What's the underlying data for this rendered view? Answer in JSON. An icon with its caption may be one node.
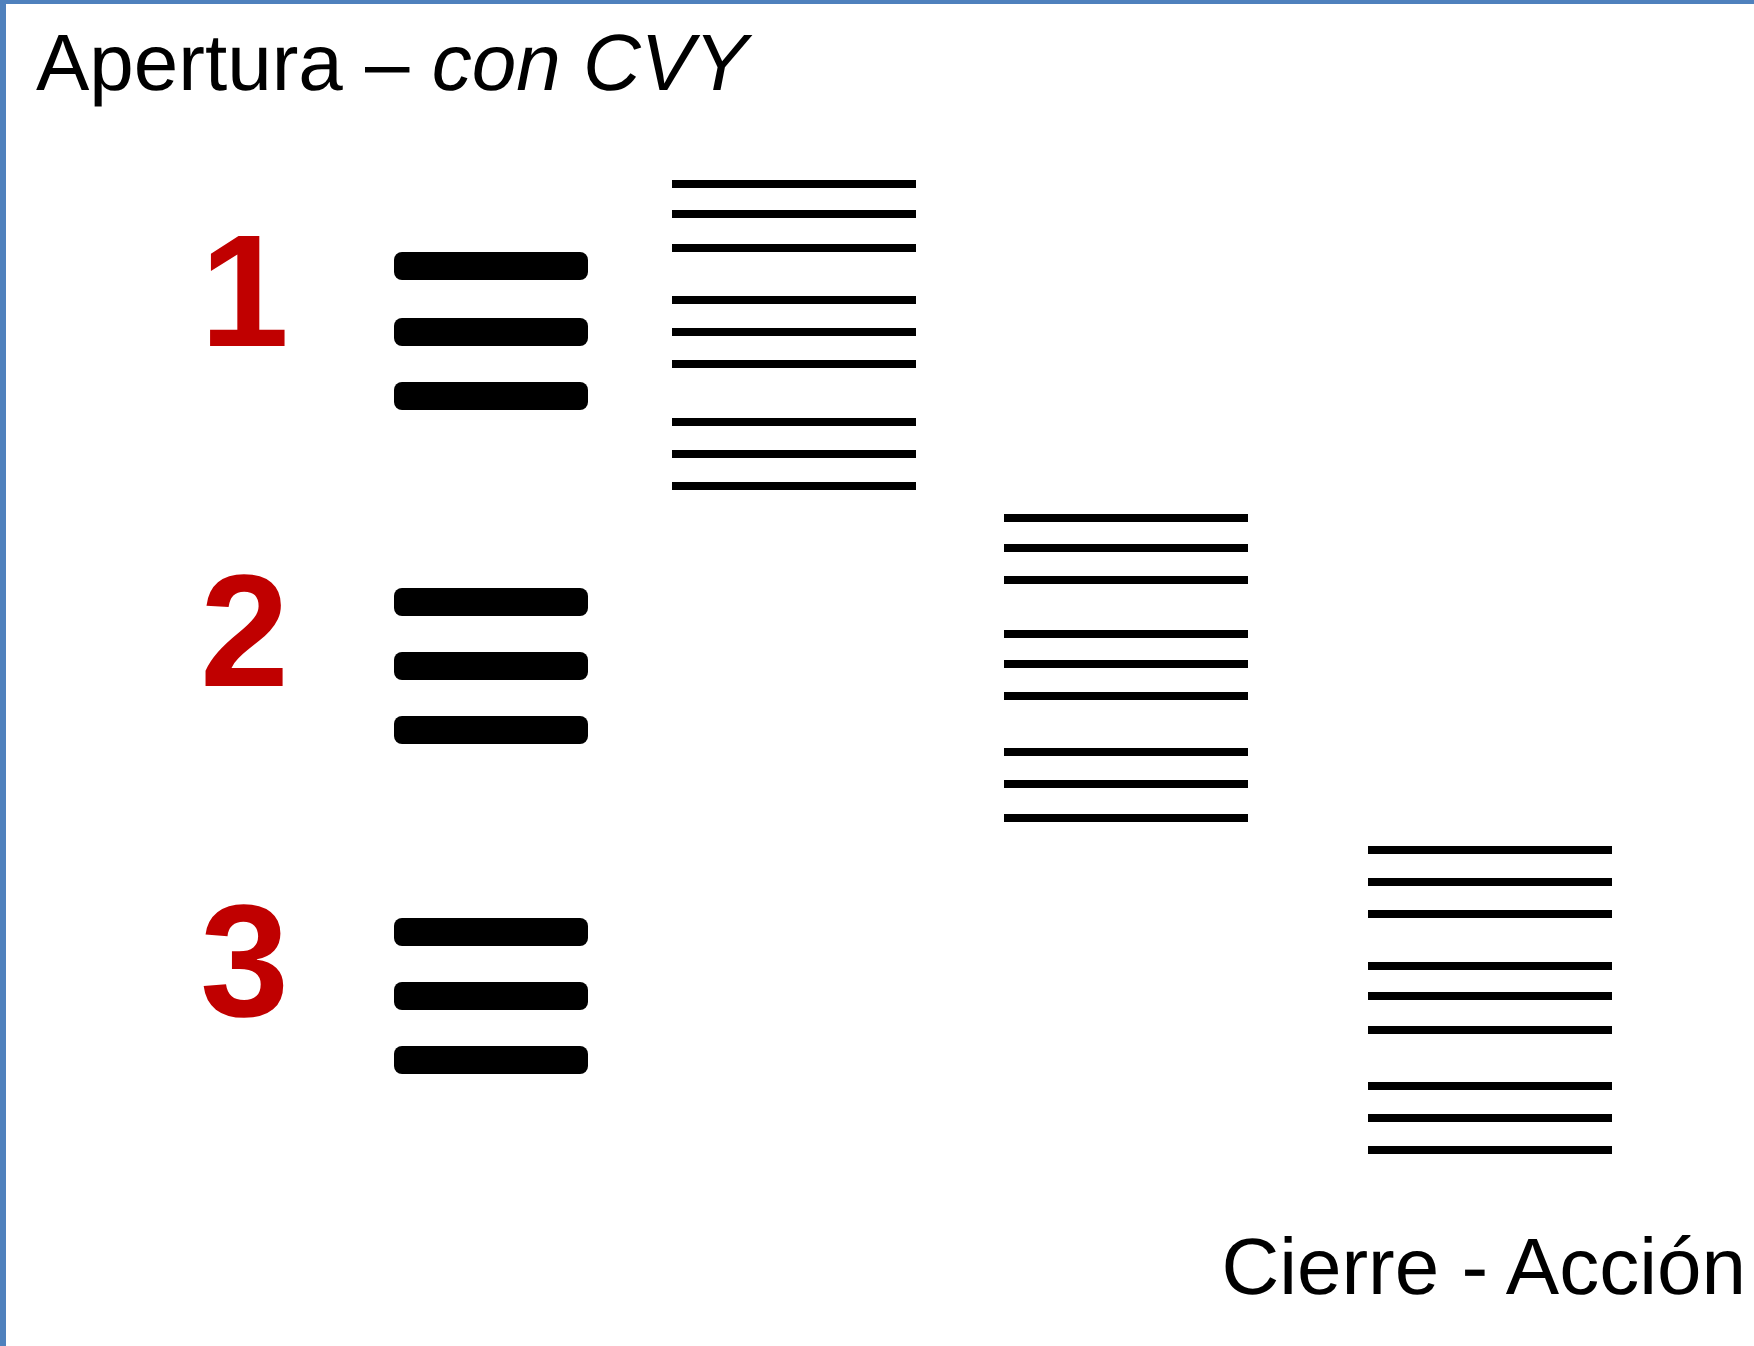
{
  "diagram": {
    "title": "Apertura – *con CVY*",
    "labels": [
      "1",
      "2",
      "3",
      "Cierre - Acción"
    ]
  }
}
